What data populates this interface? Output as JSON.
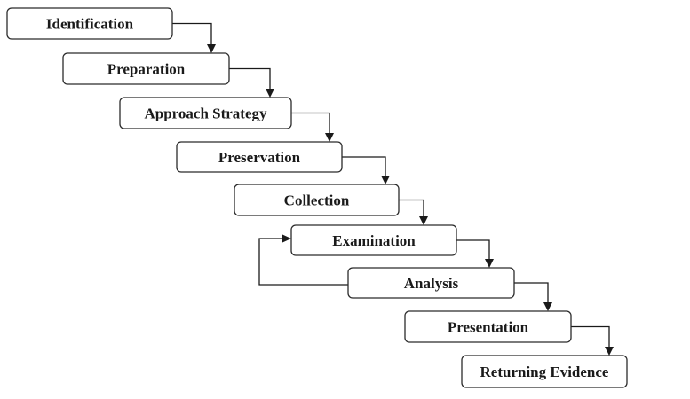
{
  "steps": [
    {
      "id": "identification",
      "label": "Identification"
    },
    {
      "id": "preparation",
      "label": "Preparation"
    },
    {
      "id": "approach-strategy",
      "label": "Approach Strategy"
    },
    {
      "id": "preservation",
      "label": "Preservation"
    },
    {
      "id": "collection",
      "label": "Collection"
    },
    {
      "id": "examination",
      "label": "Examination"
    },
    {
      "id": "analysis",
      "label": "Analysis"
    },
    {
      "id": "presentation",
      "label": "Presentation"
    },
    {
      "id": "returning-evidence",
      "label": "Returning Evidence"
    }
  ],
  "feedback_loop": {
    "from": "analysis",
    "to": "examination"
  },
  "colors": {
    "stroke": "#2b2b2b",
    "fill": "#ffffff",
    "text": "#1a1a1a"
  }
}
